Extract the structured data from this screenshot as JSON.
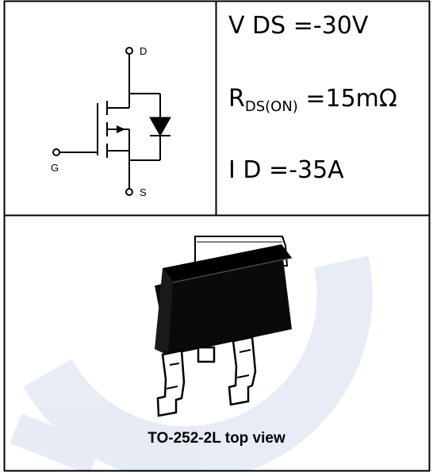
{
  "specs": {
    "vds": "V DS =-30V",
    "rds_main": "R",
    "rds_sub": "DS(ON)",
    "rds_value": " =15mΩ",
    "id": "I D =-35A"
  },
  "pins": {
    "drain": "D",
    "gate": "G",
    "source": "S"
  },
  "package": {
    "caption": "TO-252-2L top view"
  }
}
